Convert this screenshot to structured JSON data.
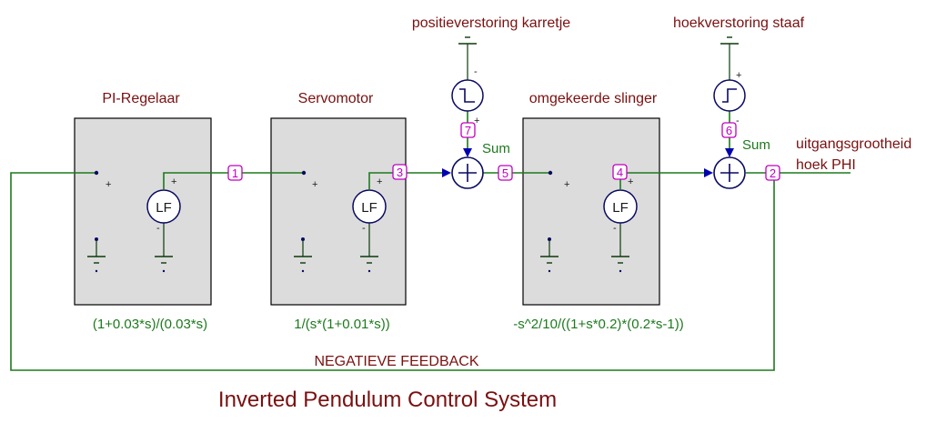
{
  "blocks": {
    "pi": {
      "title": "PI-Regelaar",
      "transfer": "(1+0.03*s)/(0.03*s)"
    },
    "servo": {
      "title": "Servomotor",
      "transfer": "1/(s*(1+0.01*s))"
    },
    "pendulum": {
      "title": "omgekeerde slinger",
      "transfer": "-s^2/10/((1+s*0.2)*(0.2*s-1))"
    }
  },
  "sources": {
    "cart": {
      "label": "positieverstoring karretje"
    },
    "rod": {
      "label": "hoekverstoring staaf"
    }
  },
  "sum_label": "Sum",
  "output": {
    "line1": "uitgangsgrootheid",
    "line2": "hoek PHI"
  },
  "feedback_label": "NEGATIEVE FEEDBACK",
  "title": "Inverted Pendulum Control System",
  "nodes": [
    "1",
    "3",
    "5",
    "7",
    "4",
    "6",
    "2"
  ],
  "lf_label": "LF",
  "colors": {
    "wire": "#1d7a1d",
    "wire_dark": "#0a4a0a",
    "label": "#7a1010",
    "node": "#c000c0",
    "block_fill": "#dcdcdc",
    "blue": "#0000b0"
  }
}
